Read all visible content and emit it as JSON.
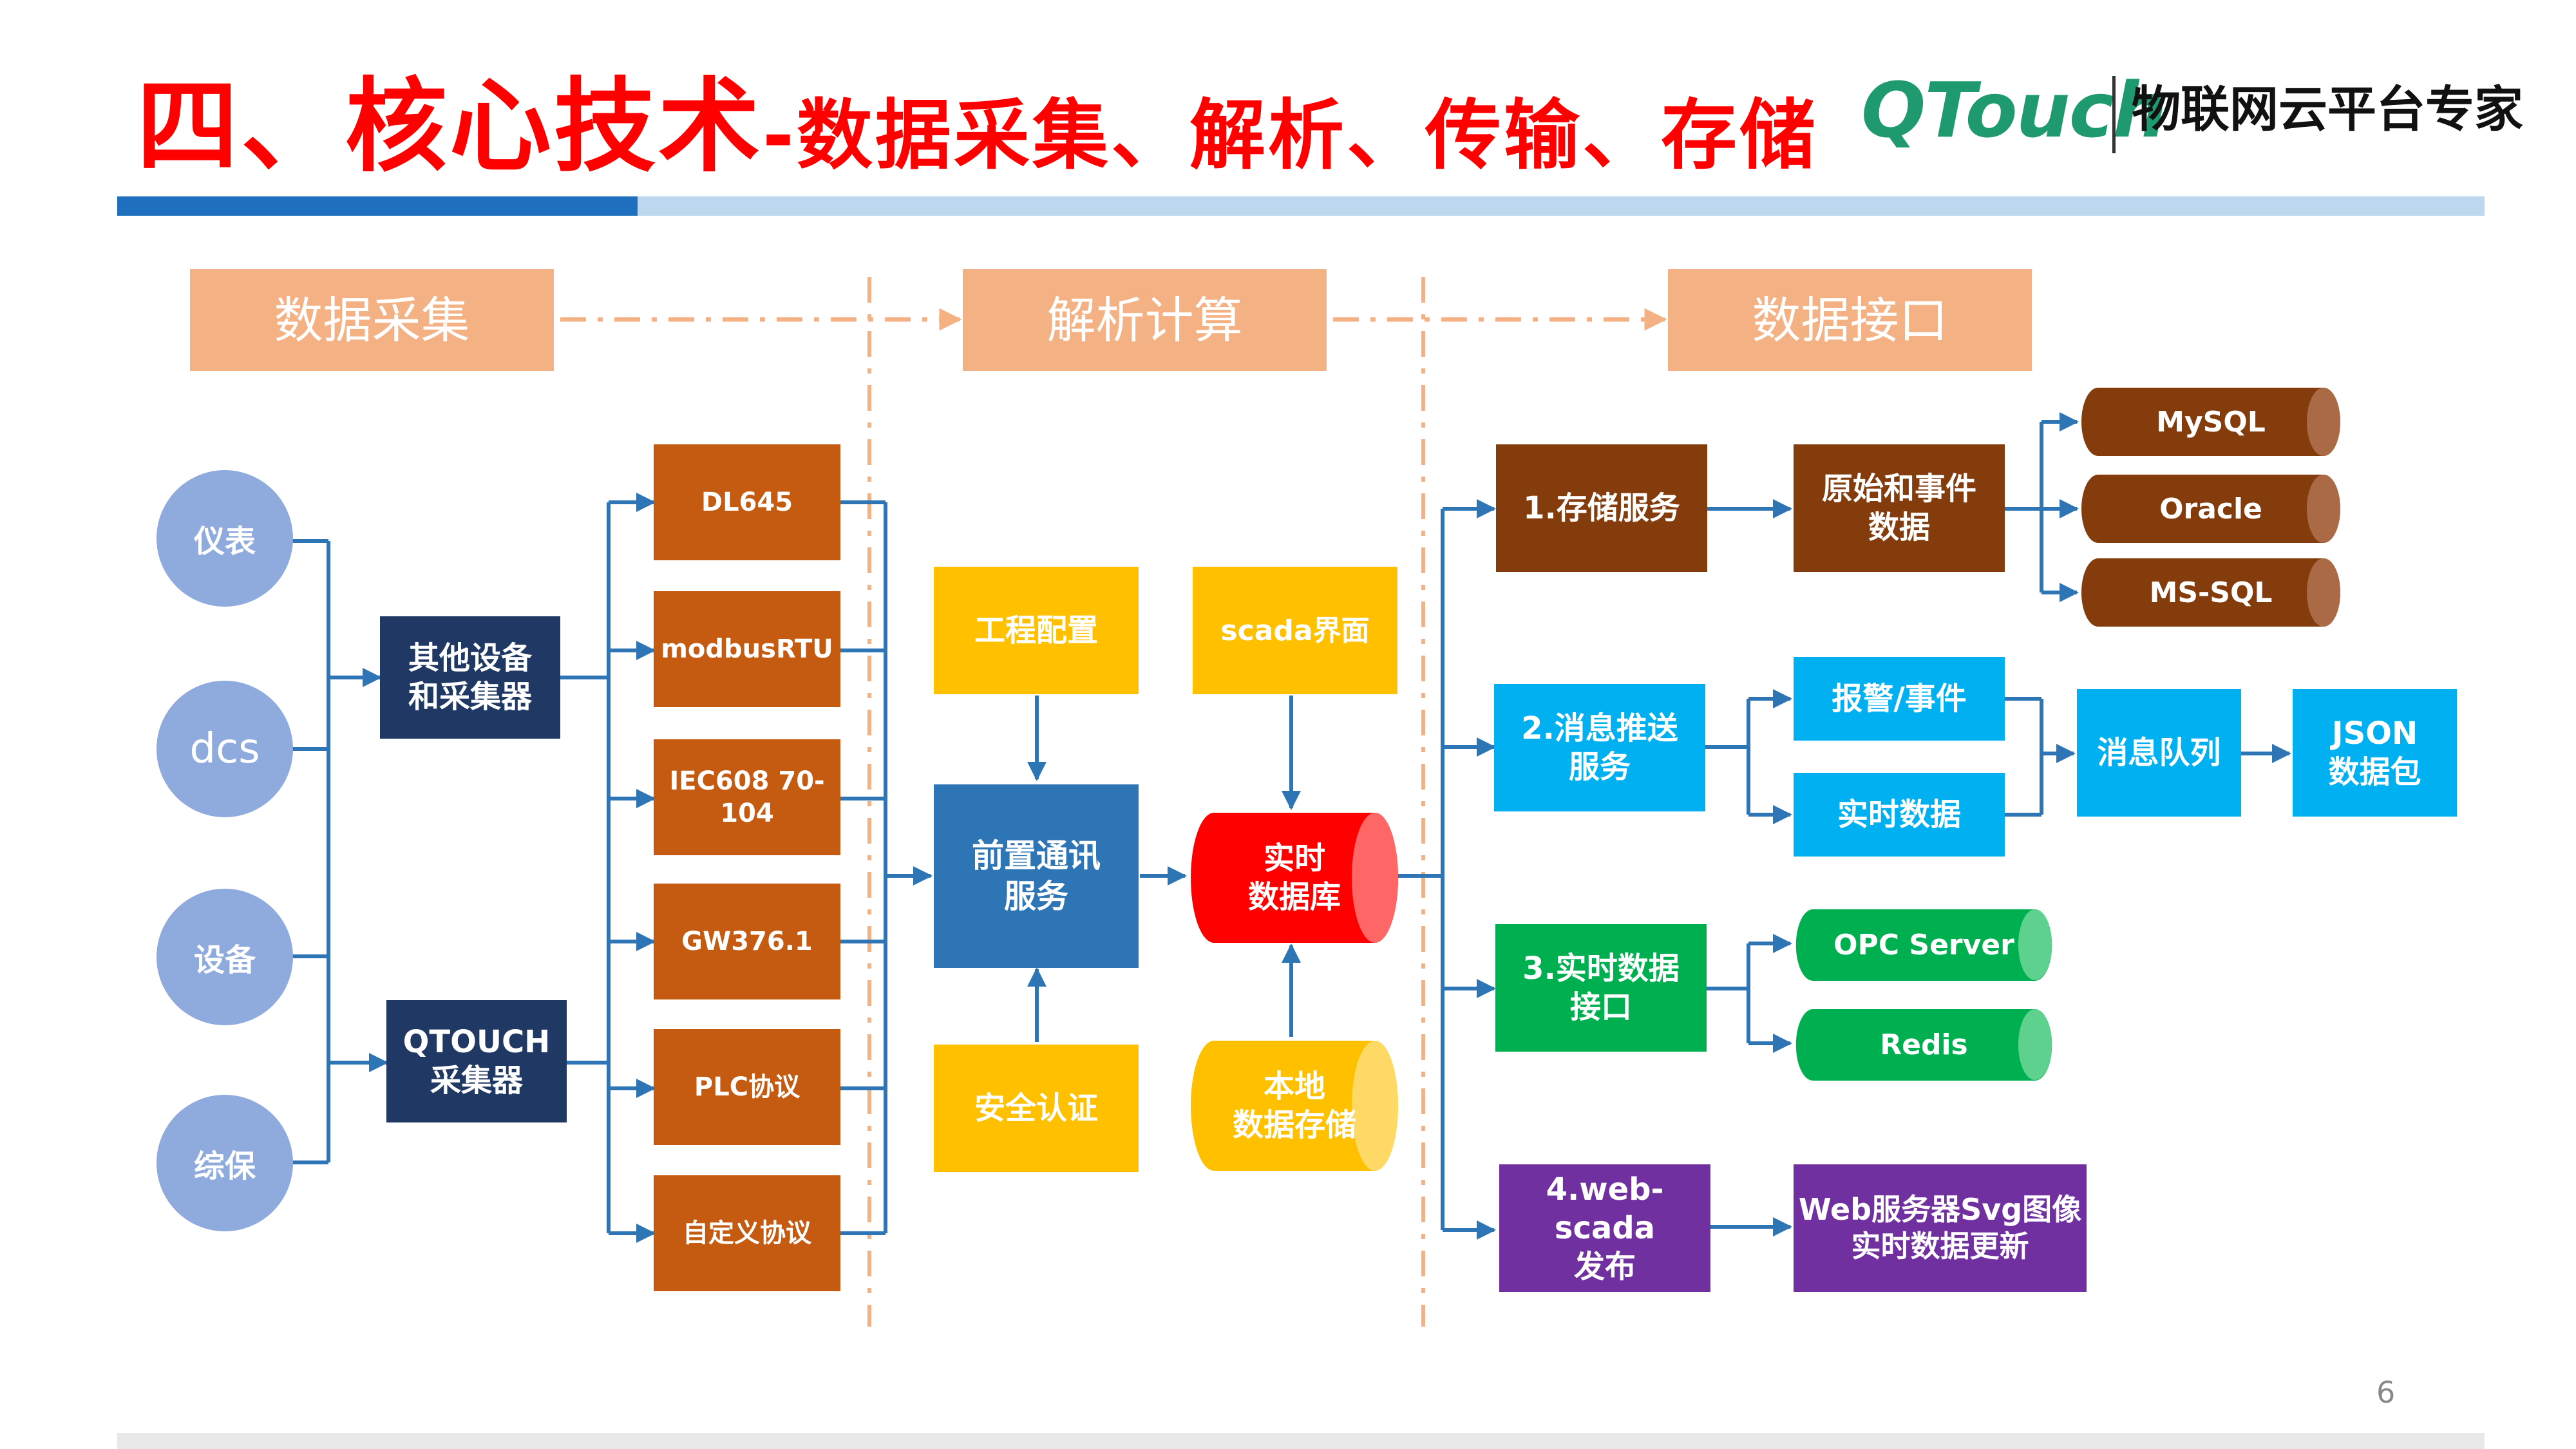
{
  "header": {
    "title_main": "四、核心技术",
    "title_sub": "-数据采集、解析、传输、存储",
    "logo": "QTouch",
    "tagline": "物联网云平台专家"
  },
  "stages": [
    "数据采集",
    "解析计算",
    "数据接口"
  ],
  "sources": [
    "仪表",
    "dcs",
    "设备",
    "综保"
  ],
  "collectors": [
    "其他设备\n和采集器",
    "QTOUCH\n采集器"
  ],
  "protocols": [
    "DL645",
    "modbusRTU",
    "IEC608 70-\n104",
    "GW376.1",
    "PLC协议",
    "自定义协议"
  ],
  "compute": {
    "config": "工程配置",
    "front": "前置通讯\n服务",
    "security": "安全认证",
    "scada": "scada界面",
    "realtime_db": "实时\n数据库",
    "local_store": "本地\n数据存储"
  },
  "services": {
    "storage": "1.存储服务",
    "raw_data": "原始和事件\n数据",
    "databases": [
      "MySQL",
      "Oracle",
      "MS-SQL"
    ],
    "push": "2.消息推送\n服务",
    "alarm": "报警/事件",
    "rt_data": "实时数据",
    "queue": "消息队列",
    "json": "JSON\n数据包",
    "rt_interface": "3.实时数据\n接口",
    "opc": "OPC Server",
    "redis": "Redis",
    "webscada": "4.web-scada\n发布",
    "svg_update": "Web服务器Svg图像\n实时数据更新"
  },
  "page_number": "6",
  "colors": {
    "title_red": "#ff0000",
    "stage_header": "#f4b183",
    "source_circle": "#8faadc",
    "collector": "#203864",
    "protocol": "#c55a11",
    "yellow": "#ffc000",
    "front_service": "#2e75b6",
    "realtime_db": "#ff0000",
    "storage": "#843c0c",
    "push": "#00b0f0",
    "interface": "#00b050",
    "webscada": "#7030a0",
    "connector": "#2e75b6",
    "divider": "#f4b183"
  }
}
